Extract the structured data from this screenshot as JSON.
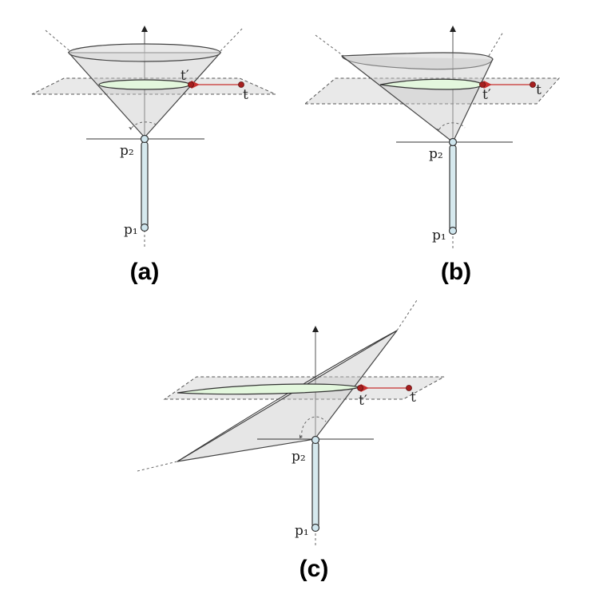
{
  "panels": [
    {
      "id": "a",
      "caption": "(a)",
      "labels": {
        "t_prime": "t′",
        "t": "t",
        "p2": "p₂",
        "p1": "p₁"
      }
    },
    {
      "id": "b",
      "caption": "(b)",
      "labels": {
        "t_prime": "t′",
        "t": "t",
        "p2": "p₂",
        "p1": "p₁"
      }
    },
    {
      "id": "c",
      "caption": "(c)",
      "labels": {
        "t_prime": "t′",
        "t": "t",
        "p2": "p₂",
        "p1": "p₁"
      }
    }
  ],
  "colors": {
    "section_fill": "#e3f7dd",
    "plane_fill": "#e9e9e9",
    "rod_fill": "#d6e9ee",
    "projection_arrow": "#c8302f"
  }
}
